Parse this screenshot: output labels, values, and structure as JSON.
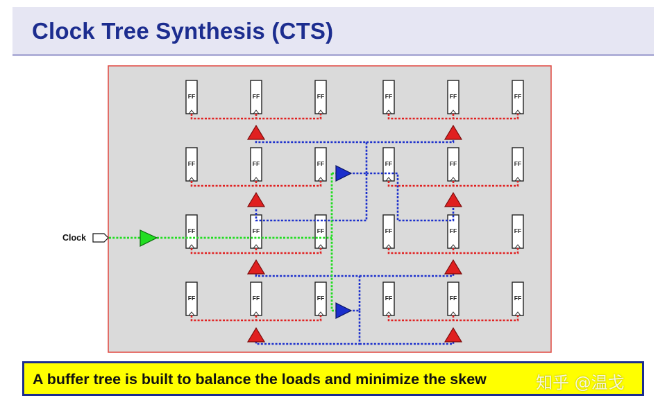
{
  "title": "Clock Tree Synthesis (CTS)",
  "clock_label": "Clock",
  "ff_label": "FF",
  "caption": "A buffer tree is built to balance the loads and minimize the skew",
  "watermark": "知乎 @温戈",
  "colors": {
    "title": "#1c2d8f",
    "panel_bg": "#dadada",
    "panel_border": "#e0473f",
    "clock_net": "#22dd22",
    "mid_net": "#1a2ecc",
    "leaf_net": "#e02020",
    "caption_bg": "#ffff00",
    "caption_border": "#1c2d8f"
  },
  "buffers": {
    "level1": "green triangle buffer",
    "level2": "blue triangle buffers",
    "level3": "red triangle buffers"
  }
}
